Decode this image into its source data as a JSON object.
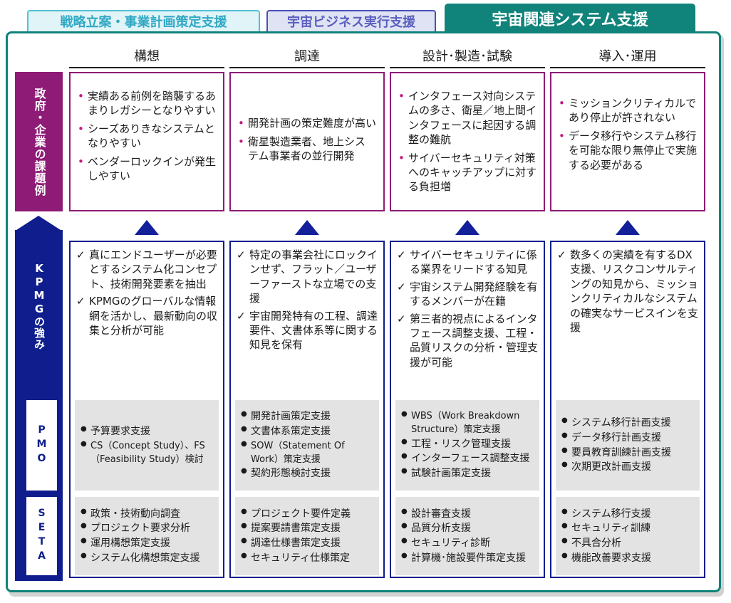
{
  "tabs": [
    {
      "label": "戦略立案・事業計画策定支援"
    },
    {
      "label": "宇宙ビジネス実行支援"
    },
    {
      "label": "宇宙関連システム支援"
    }
  ],
  "columns": [
    {
      "title": "構想"
    },
    {
      "title": "調達"
    },
    {
      "title": "設計･製造･試験"
    },
    {
      "title": "導入･運用"
    }
  ],
  "labels": {
    "issues": "政府・企業の課題例",
    "strength": "KPMGの強み",
    "pmo": "PMO",
    "seta": "SETA"
  },
  "issues": [
    [
      "実績ある前例を踏襲するあまりレガシーとなりやすい",
      "シーズありきなシステムとなりやすい",
      "ベンダーロックインが発生しやすい"
    ],
    [
      "開発計画の策定難度が高い",
      "衛星製造業者、地上システム事業者の並行開発"
    ],
    [
      "インタフェース対向システムの多さ、衛星／地上間インタフェースに起因する調整の難航",
      "サイバーセキュリティ対策へのキャッチアップに対する負担増"
    ],
    [
      "ミッションクリティカルであり停止が許されない",
      "データ移行やシステム移行を可能な限り無停止で実施する必要がある"
    ]
  ],
  "strengths": [
    [
      "真にエンドユーザーが必要とするシステム化コンセプト、技術開発要素を抽出",
      "KPMGのグローバルな情報網を活かし、最新動向の収集と分析が可能"
    ],
    [
      "特定の事業会社にロックインせず、フラット／ユーザーファーストな立場での支援",
      "宇宙開発特有の工程、調達要件、文書体系等に関する知見を保有"
    ],
    [
      "サイバーセキュリティに係る業界をリードする知見",
      "宇宙システム開発経験を有するメンバーが在籍",
      "第三者的視点によるインタフェース調整支援、工程・品質リスクの分析・管理支援が可能"
    ],
    [
      "数多くの実績を有するDX支援、リスクコンサルティングの知見から、ミッションクリティカルなシステムの確実なサービスインを支援"
    ]
  ],
  "pmo": [
    [
      "予算要求支援",
      "CS（Concept Study）、FS（Feasibility Study）検討"
    ],
    [
      "開発計画策定支援",
      "文書体系策定支援",
      "SOW（Statement Of Work）策定支援",
      "契約形態検討支援"
    ],
    [
      "WBS（Work Breakdown Structure）策定支援",
      "工程・リスク管理支援",
      "インターフェース調整支援",
      "試験計画策定支援"
    ],
    [
      "システム移行計画支援",
      "データ移行計画支援",
      "要員教育訓練計画支援",
      "次期更改計画支援"
    ]
  ],
  "seta": [
    [
      "政策・技術動向調査",
      "プロジェクト要求分析",
      "運用構想策定支援",
      "システム化構想策定支援"
    ],
    [
      "プロジェクト要件定義",
      "提案要請書策定支援",
      "調達仕様書策定支援",
      "セキュリティ仕様策定"
    ],
    [
      "設計審査支援",
      "品質分析支援",
      "セキュリティ診断",
      "計算機･施設要件策定支援"
    ],
    [
      "システム移行支援",
      "セキュリティ訓練",
      "不具合分析",
      "機能改善要求支援"
    ]
  ]
}
